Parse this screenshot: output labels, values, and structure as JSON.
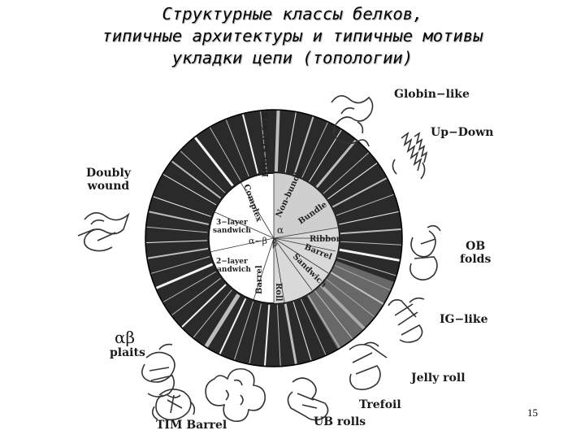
{
  "title": {
    "line1": "Структурные классы белков,",
    "line2": "типичные архитектуры и типичные мотивы",
    "line3": "укладки цепи (топологии)"
  },
  "diagram": {
    "class_labels": {
      "alpha": "α",
      "alpha_beta": "α−β",
      "beta": "β"
    },
    "architectures": {
      "low_sec": "LOW SEC STR",
      "complex": "Complex",
      "non_bundle": "Non-bundle",
      "bundle": "Bundle",
      "ribbon": "Ribbon",
      "barrel": "Barrel",
      "sandwich": "Sandwich",
      "roll": "Roll",
      "barrel_beta": "Barrel",
      "layer2_line1": "2−layer",
      "layer2_line2": "sandwich",
      "layer3_line1": "3−layer",
      "layer3_line2": "sandwich"
    }
  },
  "topologies": {
    "globin": "Globin−like",
    "updown": "Up−Down",
    "doubly_line1": "Doubly",
    "doubly_line2": "wound",
    "ob_line1": "OB",
    "ob_line2": "folds",
    "ig": "IG−like",
    "ab_line1": "αβ",
    "ab_line2": "plaits",
    "jelly": "Jelly roll",
    "trefoil": "Trefoil",
    "tim": "TIM Barrel",
    "ub": "UB rolls"
  },
  "slide_number": "15"
}
